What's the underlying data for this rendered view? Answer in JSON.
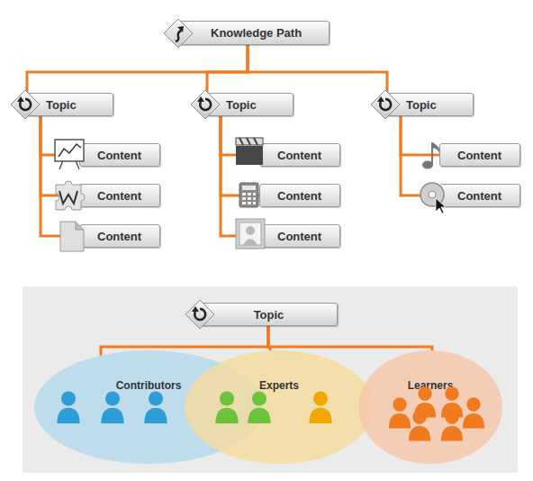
{
  "diagram": {
    "nodes": [
      {
        "text": [
          "Knowledge Path"
        ]
      },
      {
        "text": [
          "Topic"
        ]
      },
      {
        "text": [
          "Content"
        ]
      },
      {
        "text": [
          "Content"
        ]
      },
      {
        "text": [
          "Content"
        ]
      },
      {
        "text": [
          "Topic"
        ]
      },
      {
        "text": [
          "Content"
        ]
      },
      {
        "text": [
          "Content"
        ]
      },
      {
        "text": [
          "Content"
        ]
      },
      {
        "text": [
          "Topic"
        ]
      },
      {
        "text": [
          "Content"
        ]
      },
      {
        "text": [
          "Content"
        ]
      },
      {
        "text": [
          "Topic"
        ]
      },
      {
        "text": [
          "Contributors"
        ]
      },
      {
        "text": [
          "Experts"
        ]
      },
      {
        "text": [
          "Learners"
        ]
      }
    ],
    "edges": [
      {
        "from": 0,
        "to": 1,
        "arrow": "none"
      },
      {
        "from": 0,
        "to": 5,
        "arrow": "none"
      },
      {
        "from": 0,
        "to": 9,
        "arrow": "none"
      },
      {
        "from": 1,
        "to": 2,
        "arrow": "none"
      },
      {
        "from": 1,
        "to": 3,
        "arrow": "none"
      },
      {
        "from": 1,
        "to": 4,
        "arrow": "none"
      },
      {
        "from": 5,
        "to": 6,
        "arrow": "none"
      },
      {
        "from": 5,
        "to": 7,
        "arrow": "none"
      },
      {
        "from": 5,
        "to": 8,
        "arrow": "none"
      },
      {
        "from": 9,
        "to": 10,
        "arrow": "none"
      },
      {
        "from": 9,
        "to": 11,
        "arrow": "none"
      },
      {
        "from": 12,
        "to": 13,
        "arrow": "none"
      },
      {
        "from": 12,
        "to": 14,
        "arrow": "none"
      },
      {
        "from": 12,
        "to": 15,
        "arrow": "none"
      }
    ]
  }
}
